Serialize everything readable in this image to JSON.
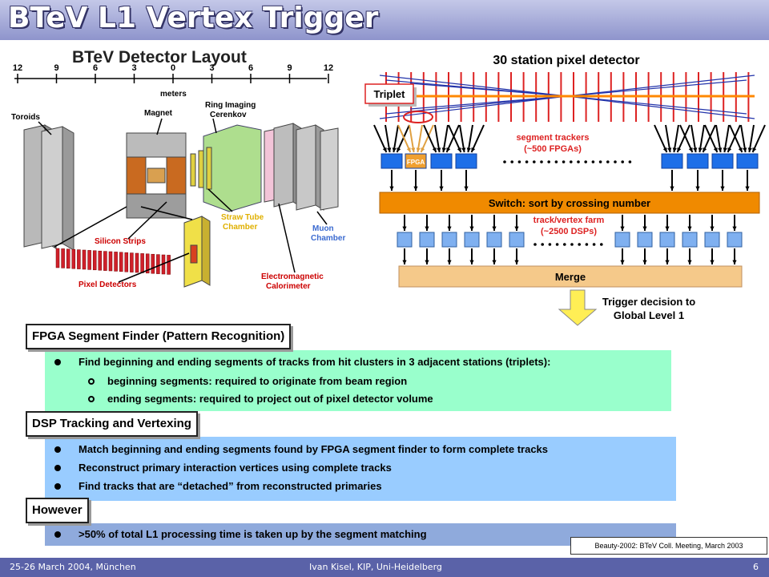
{
  "slide": {
    "title": "BTeV L1 Vertex Trigger",
    "footer_left": "25-26 March 2004, München",
    "footer_center": "Ivan Kisel, KIP, Uni-Heidelberg",
    "page_number": "6",
    "citation": "Beauty-2002: BTeV Coll. Meeting, March 2003"
  },
  "detector_layout": {
    "title": "BTeV Detector Layout",
    "scale_ticks": [
      "12",
      "9",
      "6",
      "3",
      "0",
      "3",
      "6",
      "9",
      "12"
    ],
    "scale_unit": "meters",
    "labels": {
      "toroids": "Toroids",
      "magnet": "Magnet",
      "rich_1": "Ring Imaging",
      "rich_2": "Cerenkov",
      "straw_1": "Straw Tube",
      "straw_2": "Chamber",
      "muon_1": "Muon",
      "muon_2": "Chamber",
      "silicon": "Silicon Strips",
      "pixel": "Pixel Detectors",
      "emcal_1": "Electromagnetic",
      "emcal_2": "Calorimeter"
    }
  },
  "trigger_diagram": {
    "title": "30 station pixel detector",
    "triplet_label": "Triplet",
    "fpga_chip_label": "FPGA",
    "segment_trackers_1": "segment trackers",
    "segment_trackers_2": "(~500 FPGAs)",
    "switch_label": "Switch: sort by crossing number",
    "farm_1": "track/vertex farm",
    "farm_2": "(~2500 DSPs)",
    "merge_label": "Merge",
    "decision_1": "Trigger decision to",
    "decision_2": "Global Level 1",
    "colors": {
      "station": "#dd2222",
      "beam": "#ff8800",
      "fpga": "#1e6fe8",
      "switch": "#f08a00",
      "dsp": "#7fb0f0",
      "merge": "#f5c98a",
      "arrow": "#ffee55"
    }
  },
  "sections": [
    {
      "heading": "FPGA Segment Finder (Pattern Recognition)",
      "color": "#99ffcc",
      "items": [
        {
          "style": "bullet",
          "text": "Find beginning and ending segments of tracks from hit clusters in 3 adjacent stations (triplets):"
        },
        {
          "style": "sub",
          "text": "beginning segments: required to originate from beam region"
        },
        {
          "style": "sub",
          "text": "ending segments: required to project out of pixel detector volume"
        }
      ]
    },
    {
      "heading": "DSP Tracking and Vertexing",
      "color": "#99ccff",
      "items": [
        {
          "style": "bullet",
          "text": "Match beginning and ending segments found by FPGA segment finder to form complete tracks"
        },
        {
          "style": "bullet",
          "text": "Reconstruct primary interaction vertices using complete tracks"
        },
        {
          "style": "bullet",
          "text": "Find tracks that are “detached” from reconstructed primaries"
        }
      ]
    },
    {
      "heading": "However",
      "color": "#8faadc",
      "items": [
        {
          "style": "bullet",
          "text": ">50% of total L1 processing time is taken up by the segment matching"
        }
      ]
    }
  ]
}
